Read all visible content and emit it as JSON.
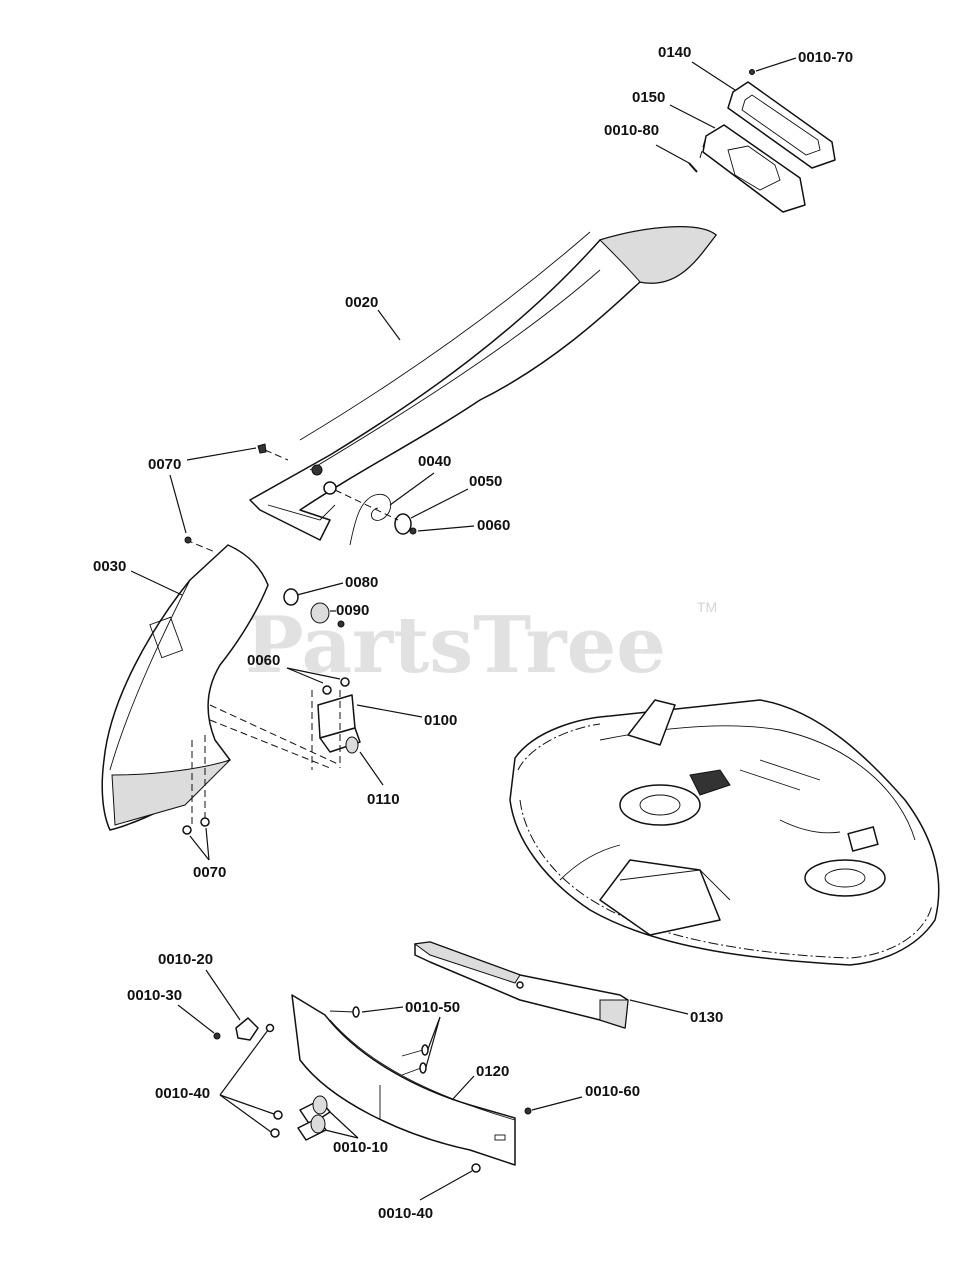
{
  "watermark": {
    "text": "PartsTree",
    "trademark": "TM"
  },
  "callouts": {
    "c0140": "0140",
    "c0010_70": "0010-70",
    "c0150": "0150",
    "c0010_80": "0010-80",
    "c0020": "0020",
    "c0070_top": "0070",
    "c0040": "0040",
    "c0050": "0050",
    "c0060_top": "0060",
    "c0070_mid": "0070",
    "c0030": "0030",
    "c0080": "0080",
    "c0090": "0090",
    "c0060_mid": "0060",
    "c0100": "0100",
    "c0110": "0110",
    "c0070_bot": "0070",
    "c0010_20": "0010-20",
    "c0010_30": "0010-30",
    "c0010_50": "0010-50",
    "c0130": "0130",
    "c0010_40_a": "0010-40",
    "c0120": "0120",
    "c0010_60": "0010-60",
    "c0010_10": "0010-10",
    "c0010_40_b": "0010-40"
  }
}
